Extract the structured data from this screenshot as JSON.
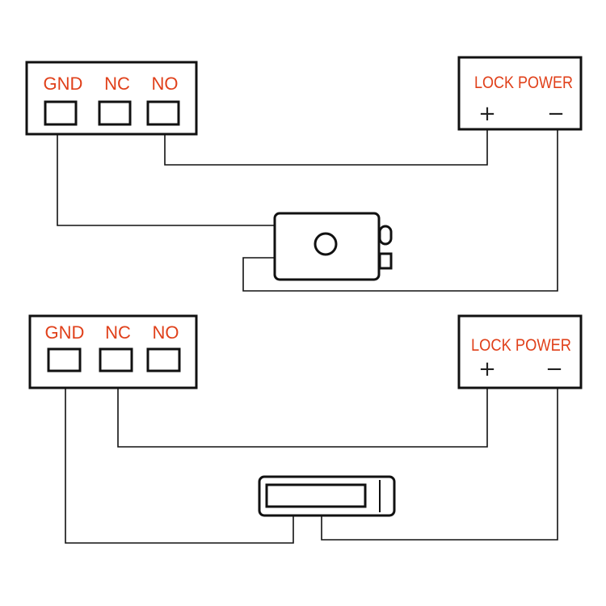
{
  "colors": {
    "label": "#e0401a",
    "line": "#111111",
    "background": "#ffffff"
  },
  "circuits": [
    {
      "controller": {
        "terminals": [
          "GND",
          "NC",
          "NO"
        ]
      },
      "power": {
        "title": "LOCK POWER",
        "plus": "+",
        "minus": "−"
      },
      "lock": {
        "icon": "electric-strike-lock-icon"
      }
    },
    {
      "controller": {
        "terminals": [
          "GND",
          "NC",
          "NO"
        ]
      },
      "power": {
        "title": "LOCK POWER",
        "plus": "+",
        "minus": "−"
      },
      "lock": {
        "icon": "magnetic-lock-icon"
      }
    }
  ]
}
